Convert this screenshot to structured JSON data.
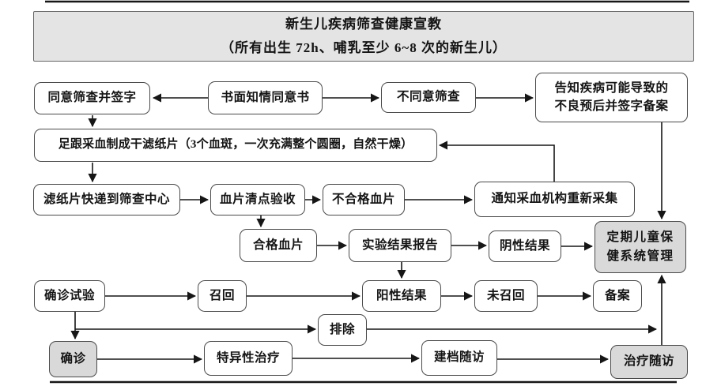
{
  "colors": {
    "box_border": "#4a4a4a",
    "box_fill": "#ffffff",
    "shaded_fill": "#d9d9d9",
    "line": "#161616",
    "text": "#141414"
  },
  "title": {
    "line1": "新生儿疾病筛查健康宣教",
    "line2": "（所有出生 72h、哺乳至少 6~8 次的新生儿）"
  },
  "nodes": {
    "agree": "同意筛查并签字",
    "consent": "书面知情同意书",
    "disagree": "不同意筛查",
    "inform": {
      "line1": "告知疾病可能导致的",
      "line2": "不良预后并签字备案"
    },
    "heel": "足跟采血制成干滤纸片（3个血斑，一次充满整个圆圈，自然干燥）",
    "courier": "滤纸片快递到筛查中心",
    "check": "血片清点验收",
    "unqualified": "不合格血片",
    "notify": "通知采血机构重新采集",
    "qualified": "合格血片",
    "report": "实验结果报告",
    "negative": "阴性结果",
    "periodic": {
      "line1": "定期儿童保",
      "line2": "健系统管理"
    },
    "confirm_test": "确诊试验",
    "recall": "召回",
    "positive": "阳性结果",
    "not_recalled": "未召回",
    "record": "备案",
    "exclude": "排除",
    "confirmed": "确诊",
    "treatment": "特异性治疗",
    "archive": "建档随访",
    "follow": "治疗随访"
  }
}
